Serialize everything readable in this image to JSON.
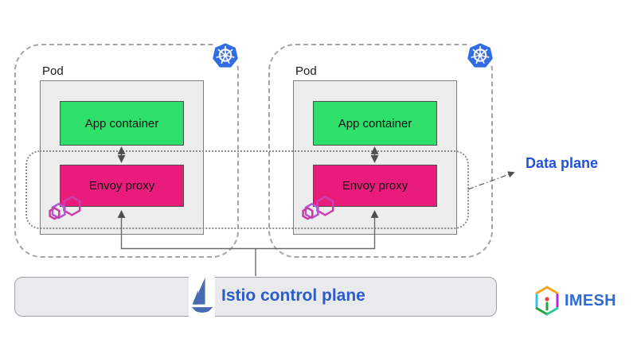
{
  "colors": {
    "app_container_green": "#2ee06a",
    "envoy_proxy_pink": "#e91b7b",
    "kubernetes_blue": "#326ce5",
    "istio_blue": "#466bb0",
    "plane_label_blue": "#2051d8",
    "control_plane_text_blue": "#2a5ccb",
    "imesh_blue": "#2e6bd9",
    "pod_fill_gray": "#ededed",
    "control_plane_fill_gray": "#e9eaec"
  },
  "diagram": {
    "nodes": [
      {
        "pod_label": "Pod",
        "app_label": "App container",
        "proxy_label": "Envoy proxy"
      },
      {
        "pod_label": "Pod",
        "app_label": "App container",
        "proxy_label": "Envoy proxy"
      }
    ],
    "data_plane_label": "Data plane",
    "control_plane_label": "Istio control plane",
    "brand_label": "IMESH",
    "icons": {
      "node_badge": "kubernetes-icon",
      "proxy_badge": "envoy-icon",
      "control_plane_badge": "istio-sailboat-icon",
      "brand_badge": "imesh-cube-icon"
    }
  }
}
